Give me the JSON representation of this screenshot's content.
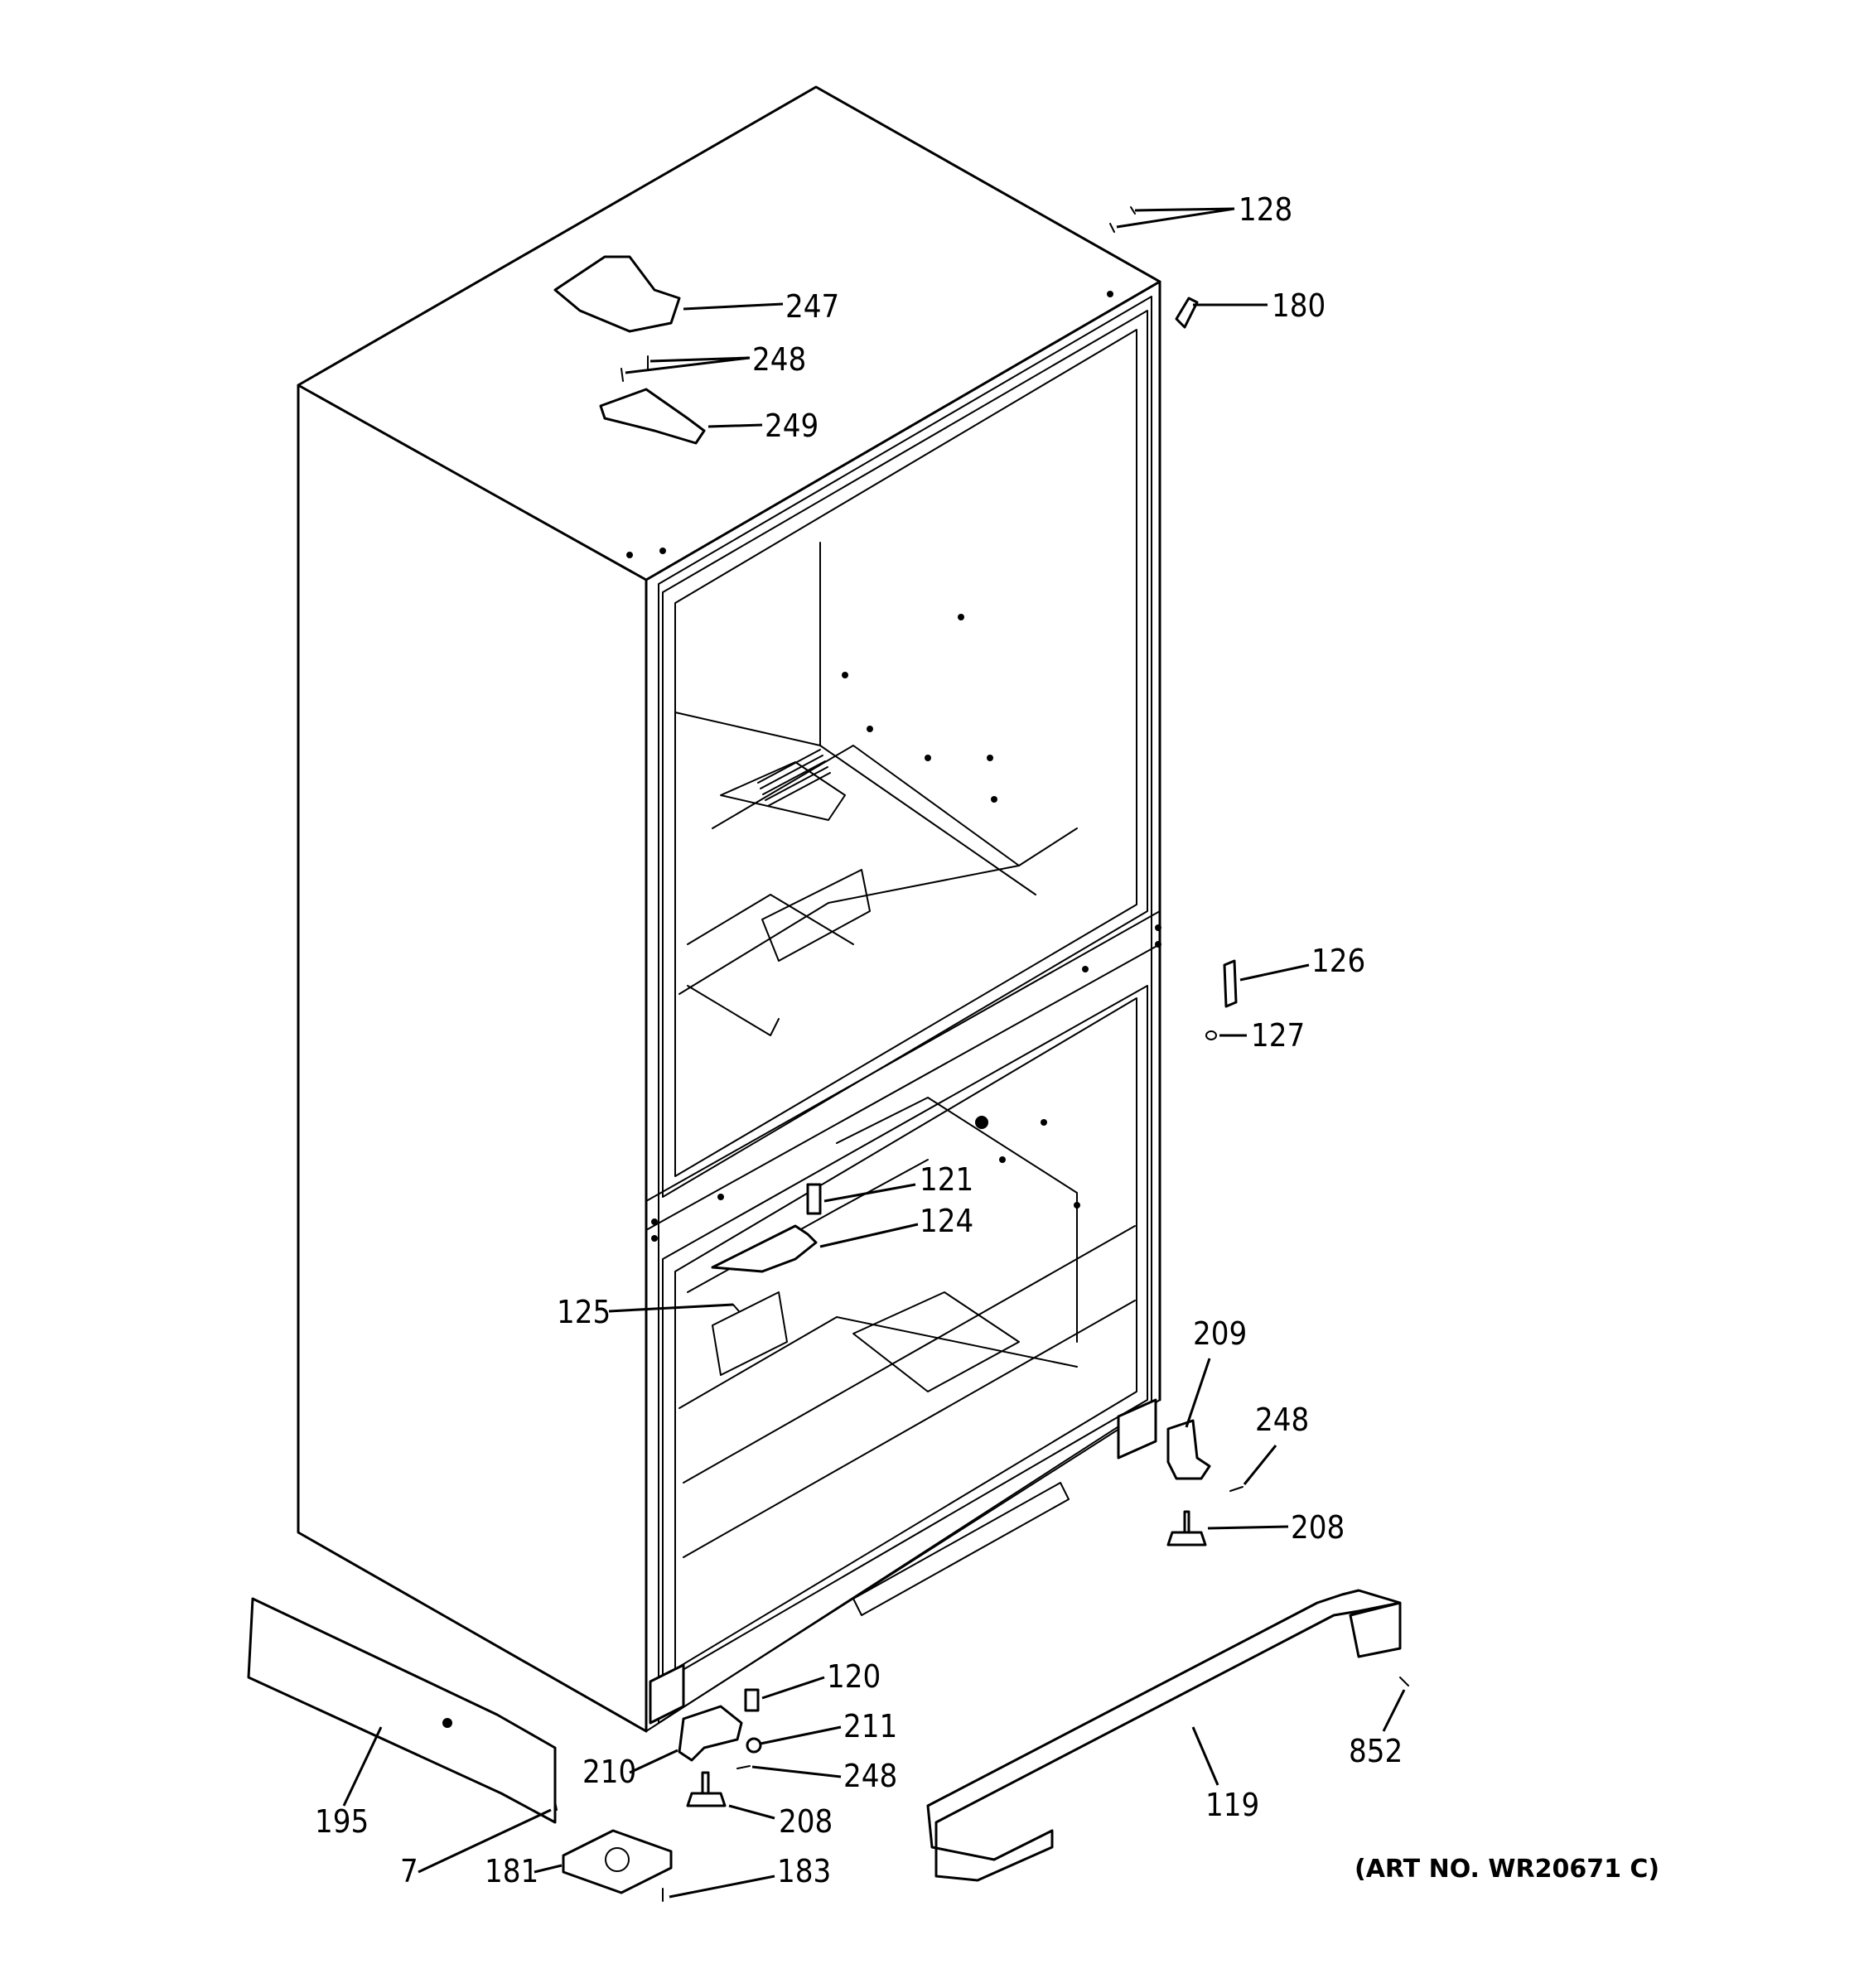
{
  "art_number": "(ART NO. WR20671 C)",
  "callouts": [
    {
      "id": "128",
      "text": "128"
    },
    {
      "id": "247",
      "text": "247"
    },
    {
      "id": "180",
      "text": "180"
    },
    {
      "id": "248a",
      "text": "248"
    },
    {
      "id": "249",
      "text": "249"
    },
    {
      "id": "126",
      "text": "126"
    },
    {
      "id": "127",
      "text": "127"
    },
    {
      "id": "121",
      "text": "121"
    },
    {
      "id": "124",
      "text": "124"
    },
    {
      "id": "125",
      "text": "125"
    },
    {
      "id": "209",
      "text": "209"
    },
    {
      "id": "248b",
      "text": "248"
    },
    {
      "id": "208a",
      "text": "208"
    },
    {
      "id": "120",
      "text": "120"
    },
    {
      "id": "211",
      "text": "211"
    },
    {
      "id": "210",
      "text": "210"
    },
    {
      "id": "248c",
      "text": "248"
    },
    {
      "id": "208b",
      "text": "208"
    },
    {
      "id": "195",
      "text": "195"
    },
    {
      "id": "7",
      "text": "7"
    },
    {
      "id": "181",
      "text": "181"
    },
    {
      "id": "183",
      "text": "183"
    },
    {
      "id": "119",
      "text": "119"
    },
    {
      "id": "852",
      "text": "852"
    }
  ]
}
